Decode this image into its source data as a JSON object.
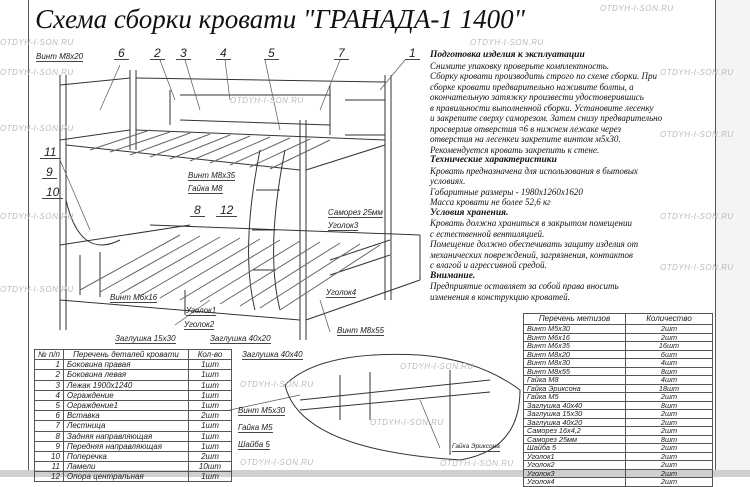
{
  "title": "Схема сборки кровати \"ГРАНАДА-1 1400\"",
  "watermark": "OTDYH-I-SON.RU",
  "callouts": {
    "n1": "1",
    "n2": "2",
    "n3": "3",
    "n4": "4",
    "n5": "5",
    "n6": "6",
    "n7": "7",
    "n8": "8",
    "n9": "9",
    "n10": "10",
    "n11": "11",
    "n12": "12",
    "vint_m8x20": "Винт М8х20",
    "vint_m8x35": "Винт М8х35",
    "gaika_m8": "Гайка М8",
    "samorez_25": "Саморез 25мм",
    "ugolok3": "Уголок3",
    "ugolok4": "Уголок4",
    "vint_m6x16": "Винт М6х16",
    "zaglushka_15x30": "Заглушка 15х30",
    "ugolok1": "Уголок1",
    "ugolok2": "Уголок2",
    "zaglushka_40x20": "Заглушка 40х20",
    "vint_m8x55": "Винт М8х55",
    "zaglushka_40x40": "Заглушка 40х40",
    "vint_m5x30": "Винт М5х30",
    "gaika_m5": "Гайка М5",
    "shaiba_5": "Шайба 5",
    "gaika_erikson": "Гайка Эриксона"
  },
  "instructions": {
    "prep_heading": "Подготовка изделия к эксплуатации",
    "prep_lines": [
      "Снимите упаковку проверьте комплектность.",
      "Сборку кровати производить строго по схеме сборки. При",
      "сборке кровати  предварительно наживите  болты, а",
      "окончательную затяжку произвести удостоверившись",
      "в правильности выполненной сборки. Установите лесенку",
      "и закрепите сверху саморезом. Затем снизу предварительно",
      "просверлив отверстия ¤6 в нижнем лежаке через",
      "отверстия на лесенкеи закрепите винтом м5х30.",
      "Рекомендуется кровать закрепить к стене."
    ],
    "tech_heading": "Технические характеристики",
    "tech_lines": [
      "Кровать предназначена для использования в бытовых",
      "условиях.",
      "Габаритные размеры - 1980х1260х1620",
      "Масса кровати не более 52,6 кг"
    ],
    "storage_heading": "Условия хранения.",
    "storage_lines": [
      "Кровать должна храниться в закрытом помещении",
      "с естественной вентиляцией.",
      "Помещение должно обеспечивать защиту изделия от",
      "механических повреждений, загрязнения, контактов",
      "с влагой и агрессивной средой."
    ],
    "attention_heading": "Внимание.",
    "attention_lines": [
      "Предприятие оставляет за собой права вносить",
      "изменения в конструкцию кроватей."
    ]
  },
  "parts_table": {
    "headers": [
      "№ п/п",
      "Перечень деталей кровати",
      "Кол-во"
    ],
    "rows": [
      [
        "1",
        "Боковина правая",
        "1шт"
      ],
      [
        "2",
        "Боковина левая",
        "1шт"
      ],
      [
        "3",
        "Лежак 1900х1240",
        "1шт"
      ],
      [
        "4",
        "Ограждение",
        "1шт"
      ],
      [
        "5",
        "Ограждение1",
        "1шт"
      ],
      [
        "6",
        "Вставка",
        "2шт"
      ],
      [
        "7",
        "Лестница",
        "1шт"
      ],
      [
        "8",
        "Задняя направляющая",
        "1шт"
      ],
      [
        "9",
        "Передняя направляющая",
        "1шт"
      ],
      [
        "10",
        "Поперечка",
        "2шт"
      ],
      [
        "11",
        "Ламели",
        "10шт"
      ],
      [
        "12",
        "Опора центральная",
        "1шт"
      ]
    ]
  },
  "fasteners_table": {
    "headers": [
      "Перечень метизов",
      "Количество"
    ],
    "rows": [
      [
        "Винт М5х30",
        "2шт"
      ],
      [
        "Винт М6х16",
        "2шт"
      ],
      [
        "Винт М6х35",
        "16шт"
      ],
      [
        "Винт М8х20",
        "6шт"
      ],
      [
        "Винт М8х30",
        "4шт"
      ],
      [
        "Винт М8х55",
        "8шт"
      ],
      [
        "Гайка М8",
        "4шт"
      ],
      [
        "Гайка Эриксона",
        "18шт"
      ],
      [
        "Гайка М5",
        "2шт"
      ],
      [
        "Заглушка 40х40",
        "8шт"
      ],
      [
        "Заглушка 15х30",
        "2шт"
      ],
      [
        "Заглушка 40х20",
        "2шт"
      ],
      [
        "Саморез 16х4,2",
        "2шт"
      ],
      [
        "Саморез 25мм",
        "8шт"
      ],
      [
        "Шайба 5",
        "2шт"
      ],
      [
        "Уголок1",
        "2шт"
      ],
      [
        "Уголок2",
        "2шт"
      ],
      [
        "Уголок3",
        "2шт"
      ],
      [
        "Уголок4",
        "2шт"
      ]
    ]
  }
}
